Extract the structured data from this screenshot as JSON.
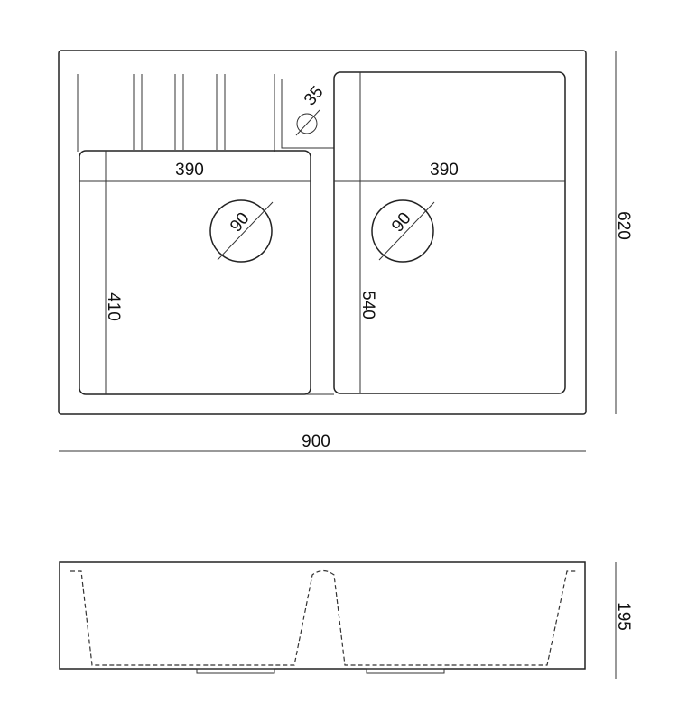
{
  "top_view": {
    "overall_width": "900",
    "overall_depth": "620",
    "left_bowl": {
      "width": "390",
      "depth": "410",
      "drain_diameter": "90"
    },
    "right_bowl": {
      "width": "390",
      "depth": "540",
      "drain_diameter": "90"
    },
    "tap_hole_diameter": "35"
  },
  "side_view": {
    "height": "195"
  },
  "colors": {
    "line": "#222222",
    "background": "#ffffff"
  }
}
